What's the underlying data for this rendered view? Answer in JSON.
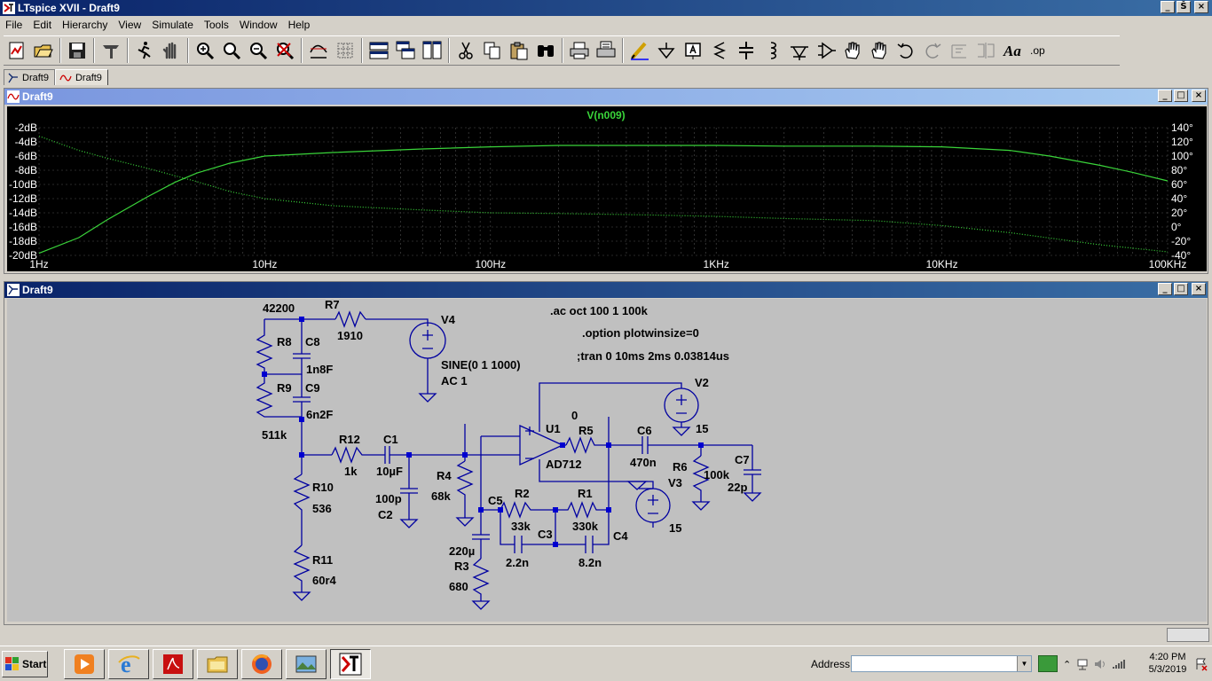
{
  "app": {
    "title": "LTspice XVII - Draft9",
    "window_buttons": [
      "_",
      "Š",
      "×"
    ]
  },
  "menu": [
    "File",
    "Edit",
    "Hierarchy",
    "View",
    "Simulate",
    "Tools",
    "Window",
    "Help"
  ],
  "toolbar_icons": [
    "new-schematic-icon",
    "open-icon",
    "save-icon",
    "control-panel-icon",
    "run-icon",
    "halt-icon",
    "zoom-in-icon",
    "zoom-fit-icon",
    "zoom-out-icon",
    "cancel-zoom-icon",
    "autoscale-icon",
    "grid-icon",
    "tile-horizontal-icon",
    "cascade-icon",
    "tile-vertical-icon",
    "cut-icon",
    "copy-icon",
    "paste-icon",
    "find-icon",
    "print-icon",
    "print-setup-icon",
    "wire-icon",
    "ground-icon",
    "label-icon",
    "resistor-icon",
    "capacitor-icon",
    "inductor-icon",
    "diode-icon",
    "component-icon",
    "move-icon",
    "drag-icon",
    "undo-icon",
    "redo-icon",
    "rotate-icon",
    "mirror-icon",
    "text-icon",
    "spice-directive-icon"
  ],
  "doc_tabs": [
    {
      "label": "Draft9",
      "icon": "schematic-icon"
    },
    {
      "label": "Draft9",
      "icon": "waveform-icon"
    }
  ],
  "plot_window": {
    "title": "Draft9",
    "trace_label": "V(n009)"
  },
  "schematic_window": {
    "title": "Draft9"
  },
  "chart_data": {
    "type": "line",
    "title": "V(n009)",
    "x_scale": "log",
    "x_ticks": [
      "1Hz",
      "10Hz",
      "100Hz",
      "1KHz",
      "10KHz",
      "100KHz"
    ],
    "x_tick_values": [
      1,
      10,
      100,
      1000,
      10000,
      100000
    ],
    "y_left_ticks": [
      "-2dB",
      "-4dB",
      "-6dB",
      "-8dB",
      "-10dB",
      "-12dB",
      "-14dB",
      "-16dB",
      "-18dB",
      "-20dB"
    ],
    "y_left_range": [
      -20,
      -2
    ],
    "y_right_ticks": [
      "140°",
      "120°",
      "100°",
      "80°",
      "60°",
      "40°",
      "20°",
      "0°",
      "-20°",
      "-40°"
    ],
    "y_right_range": [
      -40,
      140
    ],
    "grid": true,
    "series": [
      {
        "style": "solid",
        "color": "#3ad43a",
        "x": [
          1,
          1.5,
          2,
          3,
          4,
          5,
          7,
          10,
          20,
          50,
          100,
          200,
          500,
          1000,
          2000,
          5000,
          10000,
          20000,
          30000,
          50000,
          70000,
          100000
        ],
        "y": [
          -19.7,
          -17.5,
          -15.0,
          -11.8,
          -9.7,
          -8.4,
          -7.0,
          -6.0,
          -5.5,
          -5.0,
          -4.7,
          -4.5,
          -4.5,
          -4.5,
          -4.6,
          -4.6,
          -4.7,
          -5.2,
          -6.0,
          -7.3,
          -8.3,
          -9.5
        ]
      },
      {
        "style": "dotted",
        "color": "#3ad43a",
        "x": [
          1,
          1.5,
          2,
          3,
          5,
          7,
          10,
          20,
          50,
          100,
          200,
          500,
          1000,
          2000,
          5000,
          10000,
          20000,
          50000,
          100000
        ],
        "y_deg": [
          128,
          108,
          97,
          83,
          64,
          50,
          40,
          30,
          24,
          20,
          19,
          17,
          15,
          12,
          9,
          2,
          -8,
          -25,
          -35
        ]
      }
    ]
  },
  "schematic": {
    "labels": [
      {
        "t": "42200"
      },
      {
        "t": "R7"
      },
      {
        "t": "1910"
      },
      {
        "t": "V4"
      },
      {
        "t": "R8"
      },
      {
        "t": "C8"
      },
      {
        "t": "1n8F"
      },
      {
        "t": "R9"
      },
      {
        "t": "C9"
      },
      {
        "t": "6n2F"
      },
      {
        "t": "SINE(0 1 1000)"
      },
      {
        "t": "AC 1"
      },
      {
        "t": "511k"
      },
      {
        "t": "R12"
      },
      {
        "t": "1k"
      },
      {
        "t": "C1"
      },
      {
        "t": "10µF"
      },
      {
        "t": "100p"
      },
      {
        "t": "C2"
      },
      {
        "t": "R10"
      },
      {
        "t": "536"
      },
      {
        "t": "R11"
      },
      {
        "t": "60r4"
      },
      {
        "t": "R4"
      },
      {
        "t": "68k"
      },
      {
        "t": "C5"
      },
      {
        "t": "R2"
      },
      {
        "t": "33k"
      },
      {
        "t": "C3"
      },
      {
        "t": "R1"
      },
      {
        "t": "330k"
      },
      {
        "t": "C4"
      },
      {
        "t": "2.2n"
      },
      {
        "t": "8.2n"
      },
      {
        "t": "220µ"
      },
      {
        "t": "R3"
      },
      {
        "t": "680"
      },
      {
        "t": "U1"
      },
      {
        "t": "0"
      },
      {
        "t": "R5"
      },
      {
        "t": "AD712"
      },
      {
        "t": "V2"
      },
      {
        "t": "15"
      },
      {
        "t": "C6"
      },
      {
        "t": "470n"
      },
      {
        "t": "V3"
      },
      {
        "t": "15"
      },
      {
        "t": "R6"
      },
      {
        "t": "100k"
      },
      {
        "t": "C7"
      },
      {
        "t": "22p"
      }
    ],
    "directives": [
      ".ac oct 100 1 100k",
      ".option plotwinsize=0",
      ";tran 0 10ms 2ms 0.03814us"
    ]
  },
  "taskbar": {
    "start_label": "Start",
    "tasks": [
      "media-player-icon",
      "internet-explorer-icon",
      "acrobat-icon",
      "file-explorer-icon",
      "firefox-icon",
      "picture-icon",
      "ltspice-icon"
    ],
    "address_label": "Address",
    "address_value": "",
    "clock_time": "4:20 PM",
    "clock_date": "5/3/2019"
  }
}
